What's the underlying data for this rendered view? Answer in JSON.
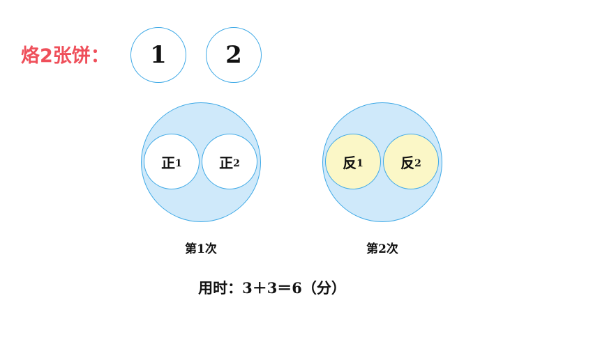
{
  "title": "烙2张饼：",
  "pancakes": [
    "1",
    "2"
  ],
  "rounds": [
    {
      "caption": "第1次",
      "cakes": [
        {
          "char": "正",
          "sub": "1"
        },
        {
          "char": "正",
          "sub": "2"
        }
      ]
    },
    {
      "caption": "第2次",
      "cakes": [
        {
          "char": "反",
          "sub": "1"
        },
        {
          "char": "反",
          "sub": "2"
        }
      ]
    }
  ],
  "formula": "用时：3＋3＝6（分）",
  "colors": {
    "title": "#ef4f5a",
    "outline": "#3ea9e6",
    "pan_fill": "#cfe9fa",
    "cake_front": "#ffffff",
    "cake_back": "#fbf7c7"
  }
}
